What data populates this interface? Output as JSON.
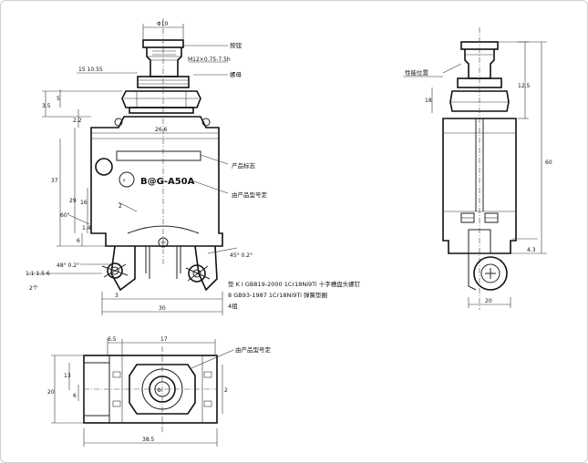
{
  "annotations": {
    "top_view": {
      "d_phi": "Φ10",
      "button": "按钮",
      "thread": "M12×0.75-7.5h",
      "nut": "螺母",
      "label_plate": "产品标志",
      "model_mark": "由产品型号定",
      "note_line1": "垫 K I GB819-2000 1Cr18Ni9Ti 十字槽盘头螺钉",
      "note_line2": "8 GB93-1987 1Cr18Ni9Ti 弹簧垫圈",
      "note_line3": "4组",
      "dim_15": "15  10.55",
      "dim_26": "26.6",
      "dim_37": "37",
      "dim_29": "29",
      "dim_16": "16",
      "dim_60": "60°",
      "dim_48": "48°  0.2°",
      "dim_45b": "45°  0.2°",
      "dim_30": "30",
      "dim_2": "2",
      "dim_3": "3",
      "dim_14": "1.4",
      "dim_6": "6",
      "dim_35": "3.5",
      "dim_5": "5",
      "dim_22": "2.2"
    },
    "side_view": {
      "pos_mark": "性能位置",
      "dim_12": "12.5",
      "dim_60": "60",
      "dim_18": "18",
      "dim_43": "4.3",
      "dim_20": "20"
    },
    "bottom_view": {
      "model_mark": "由产品型号定",
      "dim_65": "6.5",
      "dim_17": "17",
      "dim_13": "13",
      "dim_6": "6",
      "dim_20": "20",
      "dim_38": "38.5",
      "dim_2": "2"
    },
    "logo_text": "B@G-A50A"
  }
}
